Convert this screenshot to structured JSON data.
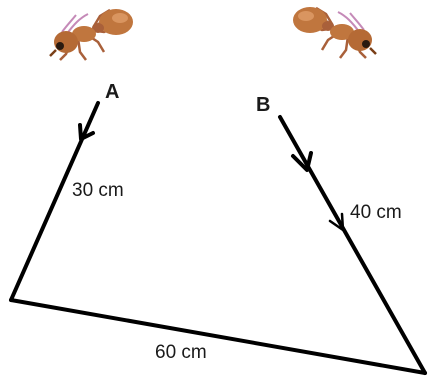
{
  "points": {
    "a": "A",
    "b": "B"
  },
  "lengths": {
    "seg1": "30 cm",
    "seg2": "40 cm",
    "seg3": "60 cm"
  },
  "colors": {
    "line": "#000000",
    "ant_body": "#c0763e",
    "ant_shade": "#7a3f17",
    "ant_legs": "#a9603a",
    "ant_feelers": "#c58ab8"
  },
  "icons": {
    "ant_left": "ant-icon",
    "ant_right": "ant-icon"
  }
}
